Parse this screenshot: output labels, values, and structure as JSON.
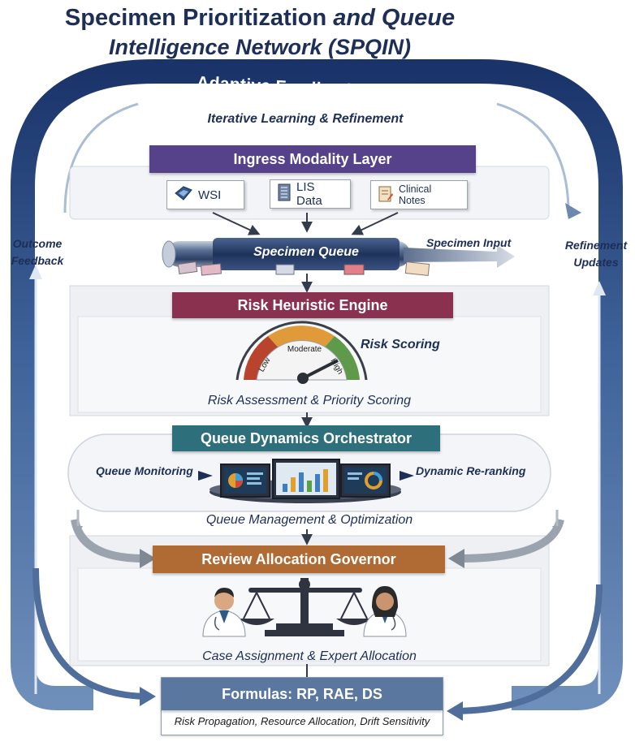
{
  "title": {
    "line1_main": "Specimen Prioritization",
    "line1_italic": " and Queue",
    "line2": "Intelligence Network (SPQIN)"
  },
  "feedback_loop": {
    "title": "Adaptive Feedback Topology",
    "subtitle": "Iterative Learning & Refinement",
    "left_label_1": "Outcome",
    "left_label_2": "Feedback",
    "right_label_1": "Refinement",
    "right_label_2": "Updates"
  },
  "ingress": {
    "header": "Ingress Modality Layer",
    "sources": [
      {
        "label": "WSI",
        "icon": "wsi-icon"
      },
      {
        "label": "LIS Data",
        "icon": "database-icon"
      },
      {
        "label": "Clinical Notes",
        "icon": "notes-icon"
      }
    ],
    "queue_label": "Specimen Queue",
    "input_label": "Specimen Input"
  },
  "risk": {
    "header": "Risk Heuristic Engine",
    "gauge_labels": [
      "Low",
      "Moderate",
      "High"
    ],
    "gauge_level": "High",
    "scoring_label": "Risk Scoring",
    "caption": "Risk Assessment & Priority Scoring"
  },
  "queue_dynamics": {
    "header": "Queue Dynamics Orchestrator",
    "left_label": "Queue Monitoring",
    "right_label": "Dynamic Re-ranking",
    "caption": "Queue Management & Optimization"
  },
  "review": {
    "header": "Review Allocation Governor",
    "caption": "Case Assignment & Expert Allocation"
  },
  "formulas": {
    "header": "Formulas: RP, RAE, DS",
    "subtitle": "Risk Propagation, Resource Allocation, Drift Sensitivity"
  },
  "colors": {
    "navy": "#1d3a6e",
    "ingress_purple": "#55428a",
    "risk_maroon": "#8a3150",
    "queue_teal": "#2d6f7a",
    "review_orange": "#b06a33",
    "formula_blue": "#5a77a0",
    "gauge_red": "#b8442e",
    "gauge_orange": "#e09a3a",
    "gauge_green": "#5f9a4a"
  }
}
